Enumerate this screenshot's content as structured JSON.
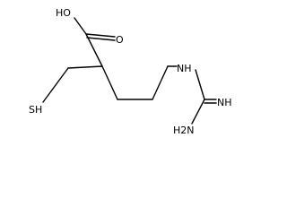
{
  "structure": {
    "atoms": {
      "hydroxyl": "HO",
      "carbonyl_oxygen": "O",
      "thiol": "SH",
      "amine": "NH",
      "imine": "NH",
      "amino": "H2N"
    }
  }
}
